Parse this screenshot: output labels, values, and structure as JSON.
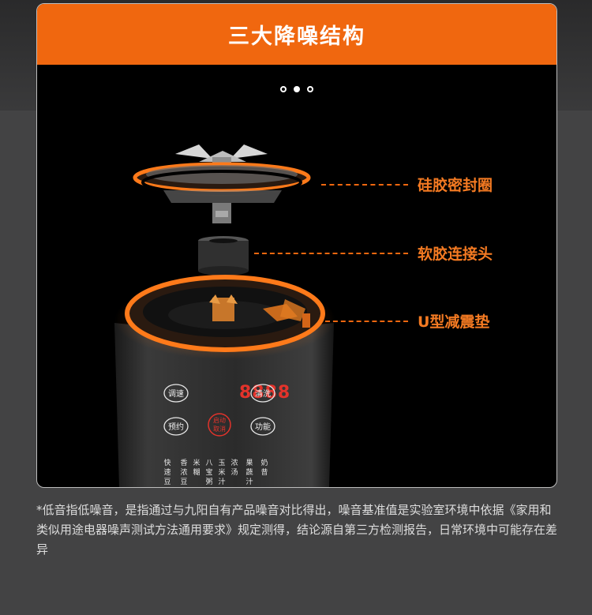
{
  "banner": {
    "title": "三大降噪结构"
  },
  "carousel": {
    "count": 3,
    "active": 1
  },
  "callouts": [
    {
      "label": "硅胶密封圈"
    },
    {
      "label": "软胶连接头"
    },
    {
      "label": "U型减震垫"
    }
  ],
  "display": {
    "digits": "8888"
  },
  "controls": {
    "speed": "调速",
    "clean": "清洗",
    "schedule": "预约",
    "function": "功能",
    "start_line1": "启动",
    "start_line2": "取消"
  },
  "programs": [
    {
      "label": "快速豆浆"
    },
    {
      "label": "香浓豆浆"
    },
    {
      "label": "米糊"
    },
    {
      "label": "八宝粥"
    },
    {
      "label": "玉米汁"
    },
    {
      "label": "浓汤"
    },
    {
      "label": "果蔬汁"
    },
    {
      "label": "奶昔"
    }
  ],
  "footnote": "*低音指低噪音，是指通过与九阳自有产品噪音对比得出，噪音基准值是实验室环境中依据《家用和类似用途电器噪声测试方法通用要求》规定测得，结论源自第三方检测报告，日常环境中可能存在差异",
  "colors": {
    "accent": "#f0670f",
    "label": "#f47a22",
    "panel_red": "#e3332b"
  }
}
